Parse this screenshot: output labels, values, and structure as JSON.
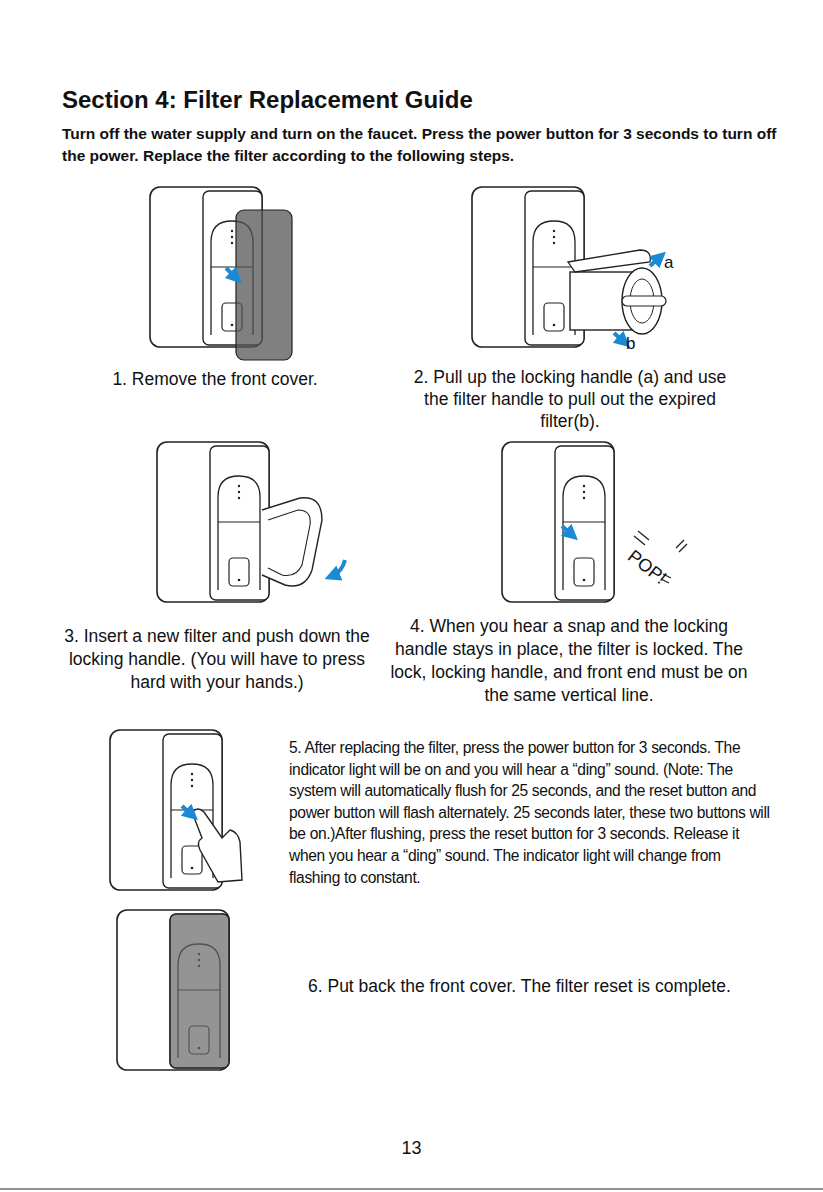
{
  "diagram": {
    "title": "Section 4: Filter Replacement Guide",
    "labels": [
      "Turn off the water supply and turn on the faucet. Press the power button for 3 seconds to turn off the power. Replace the filter according to the following steps.",
      "1. Remove the front cover.",
      "a",
      "b",
      "2. Pull up the locking handle (a) and use the filter handle to pull out the expired filter(b).",
      "3. Insert a new filter and push down the locking handle. (You will have to press hard with your hands.)",
      "POP!",
      "4. When you hear a snap and the locking handle stays in place, the filter is locked. The lock, locking handle, and front end must be on the same vertical line.",
      "5. After replacing the filter, press the power button for 3 seconds. The indicator light will be on and you will hear a “ding” sound. (Note: The system will automatically flush for 25 seconds, and the reset button and power button will flash alternately. 25 seconds later, these two buttons will be on.)After flushing, press the reset button for 3 seconds. Release it when you hear a “ding” sound. The indicator light will change from flashing to constant.",
      "6. Put back the front cover. The filter reset is complete.",
      "13"
    ]
  }
}
